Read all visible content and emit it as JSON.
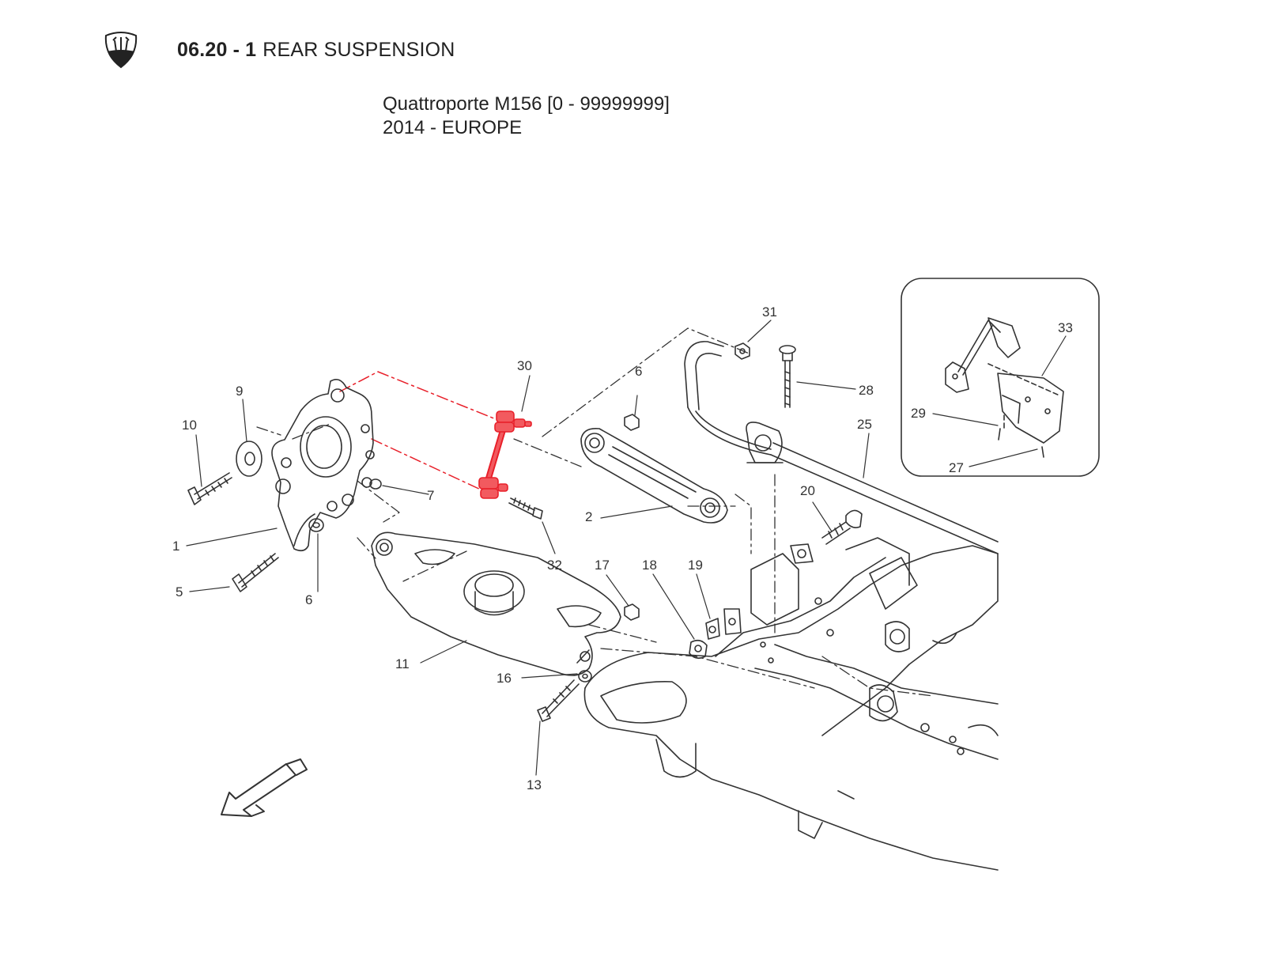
{
  "header": {
    "section_code": "06.20",
    "separator": "-",
    "section_index": "1",
    "section_title": "REAR SUSPENSION",
    "logo_icon": "trident-logo-icon"
  },
  "model": {
    "line1": "Quattroporte M156 [0 - 99999999]",
    "line2": "2014 - EUROPE"
  },
  "callouts": [
    {
      "id": "c1",
      "label": "1"
    },
    {
      "id": "c2",
      "label": "2"
    },
    {
      "id": "c5",
      "label": "5"
    },
    {
      "id": "c6a",
      "label": "6"
    },
    {
      "id": "c6b",
      "label": "6"
    },
    {
      "id": "c7",
      "label": "7"
    },
    {
      "id": "c9",
      "label": "9"
    },
    {
      "id": "c10",
      "label": "10"
    },
    {
      "id": "c11",
      "label": "11"
    },
    {
      "id": "c13",
      "label": "13"
    },
    {
      "id": "c16",
      "label": "16"
    },
    {
      "id": "c17",
      "label": "17"
    },
    {
      "id": "c18",
      "label": "18"
    },
    {
      "id": "c19",
      "label": "19"
    },
    {
      "id": "c20",
      "label": "20"
    },
    {
      "id": "c25",
      "label": "25"
    },
    {
      "id": "c27",
      "label": "27"
    },
    {
      "id": "c28",
      "label": "28"
    },
    {
      "id": "c29",
      "label": "29"
    },
    {
      "id": "c30",
      "label": "30"
    },
    {
      "id": "c31",
      "label": "31"
    },
    {
      "id": "c32",
      "label": "32"
    },
    {
      "id": "c33",
      "label": "33"
    }
  ],
  "colors": {
    "line": "#333333",
    "highlight": "#e8202a",
    "highlight_fill": "#f25a5f",
    "background": "#ffffff"
  },
  "icons": {
    "direction_arrow": "direction-arrow-icon"
  }
}
